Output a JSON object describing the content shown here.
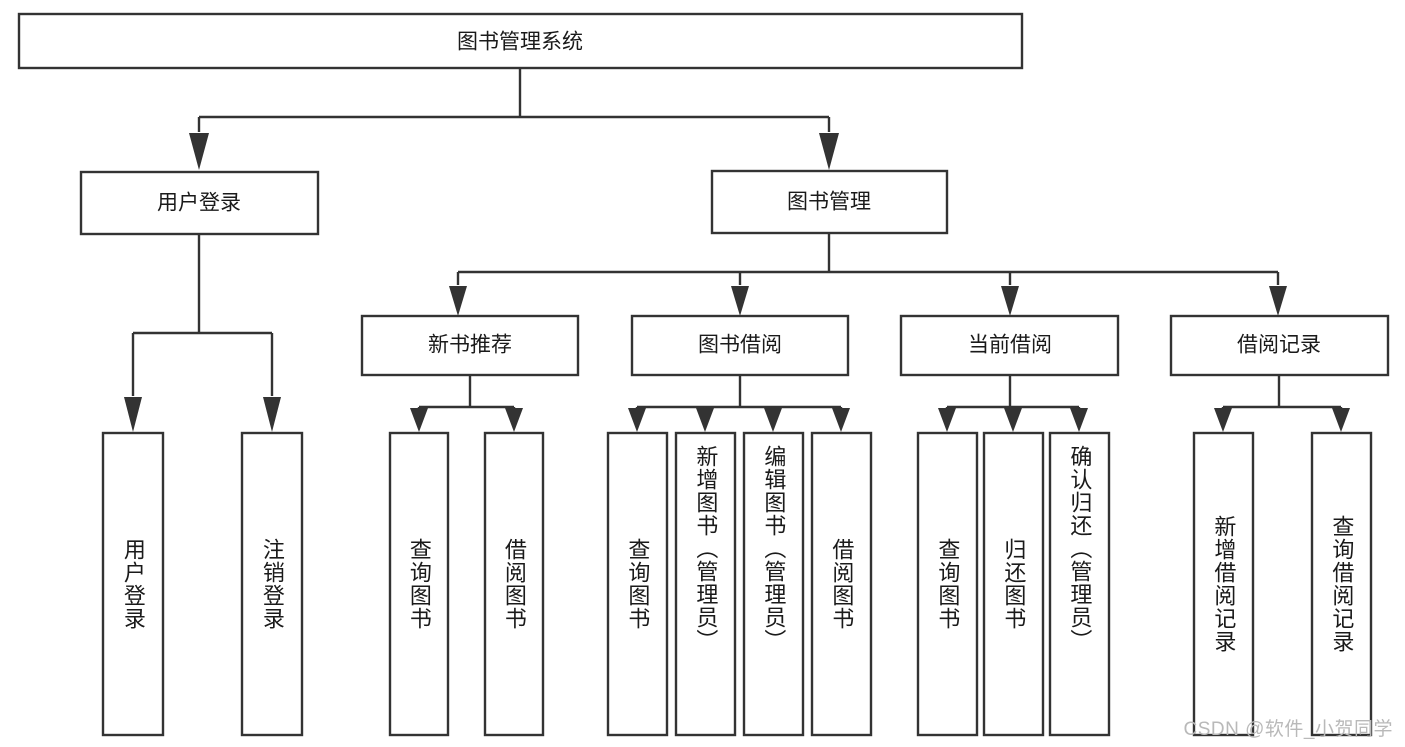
{
  "diagram": {
    "type": "tree",
    "title_node": {
      "label": "图书管理系统"
    },
    "level1": [
      {
        "label": "用户登录"
      },
      {
        "label": "图书管理"
      }
    ],
    "level2": [
      {
        "label": "新书推荐"
      },
      {
        "label": "图书借阅"
      },
      {
        "label": "当前借阅"
      },
      {
        "label": "借阅记录"
      }
    ],
    "leaves": {
      "user_login": [
        {
          "label": "用户登录"
        },
        {
          "label": "注销登录"
        }
      ],
      "new_book": [
        {
          "label": "查询图书"
        },
        {
          "label": "借阅图书"
        }
      ],
      "book_borrow": [
        {
          "label": "查询图书"
        },
        {
          "label": "新增图书（管理员）"
        },
        {
          "label": "编辑图书（管理员）"
        },
        {
          "label": "借阅图书"
        }
      ],
      "current_borrow": [
        {
          "label": "查询图书"
        },
        {
          "label": "归还图书"
        },
        {
          "label": "确认归还（管理员）"
        }
      ],
      "borrow_record": [
        {
          "label": "新增借阅记录"
        },
        {
          "label": "查询借阅记录"
        }
      ]
    }
  },
  "watermark": {
    "text": "CSDN @软件_小贺同学"
  },
  "colors": {
    "stroke": "#333333",
    "fill": "#ffffff",
    "text": "#1a1a1a",
    "watermark": "#b9b9b9"
  }
}
